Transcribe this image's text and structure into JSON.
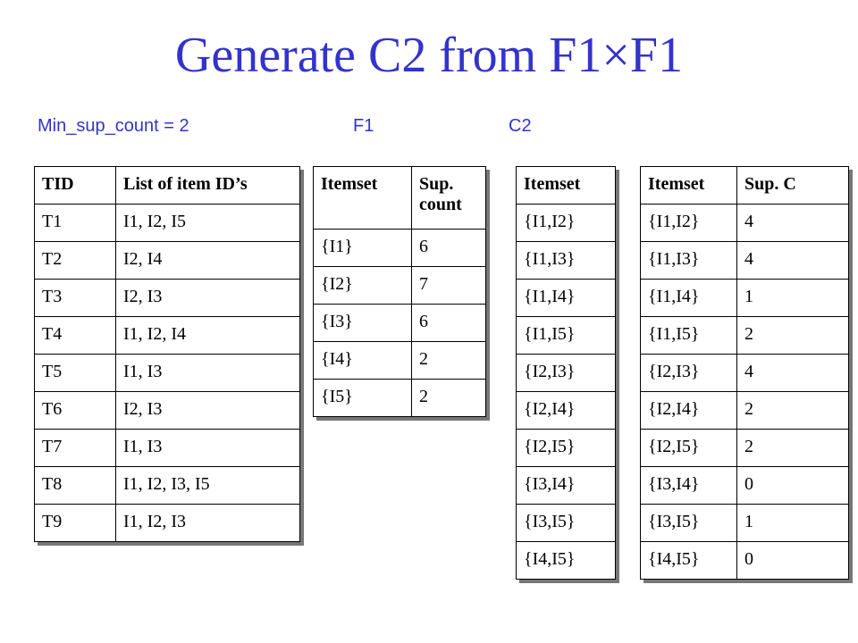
{
  "title": "Generate C2 from F1×F1",
  "labels": {
    "min_sup": "Min_sup_count = 2",
    "f1": "F1",
    "c2": "C2"
  },
  "transactions": {
    "headers": [
      "TID",
      "List of item ID’s"
    ],
    "rows": [
      [
        "T1",
        "I1, I2, I5"
      ],
      [
        "T2",
        "I2, I4"
      ],
      [
        "T3",
        "I2, I3"
      ],
      [
        "T4",
        "I1, I2, I4"
      ],
      [
        "T5",
        "I1, I3"
      ],
      [
        "T6",
        "I2, I3"
      ],
      [
        "T7",
        "I1, I3"
      ],
      [
        "T8",
        "I1, I2, I3, I5"
      ],
      [
        "T9",
        "I1, I2, I3"
      ]
    ]
  },
  "f1": {
    "headers": [
      "Itemset",
      "Sup. count"
    ],
    "rows": [
      [
        "{I1}",
        "6"
      ],
      [
        "{I2}",
        "7"
      ],
      [
        "{I3}",
        "6"
      ],
      [
        "{I4}",
        "2"
      ],
      [
        "{I5}",
        "2"
      ]
    ]
  },
  "c2_list": {
    "header": "Itemset",
    "rows": [
      "{I1,I2}",
      "{I1,I3}",
      "{I1,I4}",
      "{I1,I5}",
      "{I2,I3}",
      "{I2,I4}",
      "{I2,I5}",
      "{I3,I4}",
      "{I3,I5}",
      "{I4,I5}"
    ]
  },
  "c2_count": {
    "headers": [
      "Itemset",
      "Sup. C"
    ],
    "rows": [
      [
        "{I1,I2}",
        "4"
      ],
      [
        "{I1,I3}",
        "4"
      ],
      [
        "{I1,I4}",
        "1"
      ],
      [
        "{I1,I5}",
        "2"
      ],
      [
        "{I2,I3}",
        "4"
      ],
      [
        "{I2,I4}",
        "2"
      ],
      [
        "{I2,I5}",
        "2"
      ],
      [
        "{I3,I4}",
        "0"
      ],
      [
        "{I3,I5}",
        "1"
      ],
      [
        "{I4,I5}",
        "0"
      ]
    ]
  }
}
